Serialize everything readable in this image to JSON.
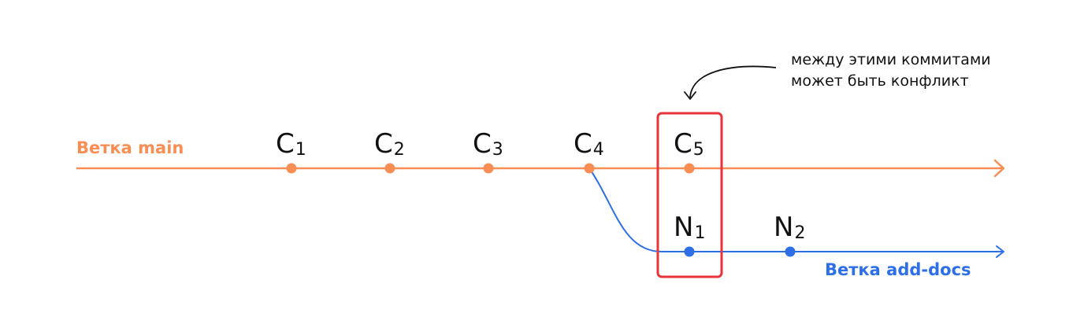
{
  "branches": {
    "main": {
      "label": "Ветка main",
      "color": "#f98e55"
    },
    "feature": {
      "label": "Ветка add-docs",
      "color": "#2c6fe6"
    }
  },
  "commits": {
    "main": [
      {
        "letter": "C",
        "index": "1"
      },
      {
        "letter": "C",
        "index": "2"
      },
      {
        "letter": "C",
        "index": "3"
      },
      {
        "letter": "C",
        "index": "4"
      },
      {
        "letter": "C",
        "index": "5"
      }
    ],
    "feature": [
      {
        "letter": "N",
        "index": "1"
      },
      {
        "letter": "N",
        "index": "2"
      }
    ]
  },
  "annotation": {
    "line1": "между этими коммитами",
    "line2": "может быть конфликт"
  },
  "colors": {
    "conflict_box": "#e8333a",
    "annotation_arrow": "#111111"
  }
}
